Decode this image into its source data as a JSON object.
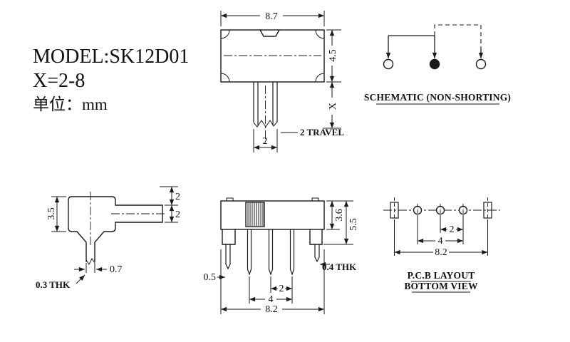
{
  "title_block": {
    "model": "MODEL:SK12D01",
    "x_range": "X=2-8",
    "unit": "单位：mm"
  },
  "top_view": {
    "dim_width": "8.7",
    "dim_height": "4.5",
    "dim_x": "X",
    "dim_pin_span": "2",
    "travel_label": "2 TRAVEL"
  },
  "schematic": {
    "caption": "SCHEMATIC (NON-SHORTING)"
  },
  "side_view": {
    "dim_height": "3.5",
    "dim_offset": "2",
    "dim_actuator": "2",
    "dim_pin_width": "0.7",
    "thickness_label": "0.3 THK"
  },
  "front_view": {
    "dim_body_height": "3.6",
    "dim_total_height": "5.5",
    "dim_pin_width": "0.5",
    "thickness_label": "0.4 THK",
    "dim_pitch": "2",
    "dim_span": "4",
    "dim_width": "8.2"
  },
  "pcb_layout": {
    "dim_pitch": "2",
    "dim_span": "4",
    "dim_width": "8.2",
    "caption_line1": "P.C.B LAYOUT",
    "caption_line2": "BOTTOM VIEW"
  },
  "colors": {
    "line_color": "#1a1a1a",
    "background": "#ffffff"
  }
}
